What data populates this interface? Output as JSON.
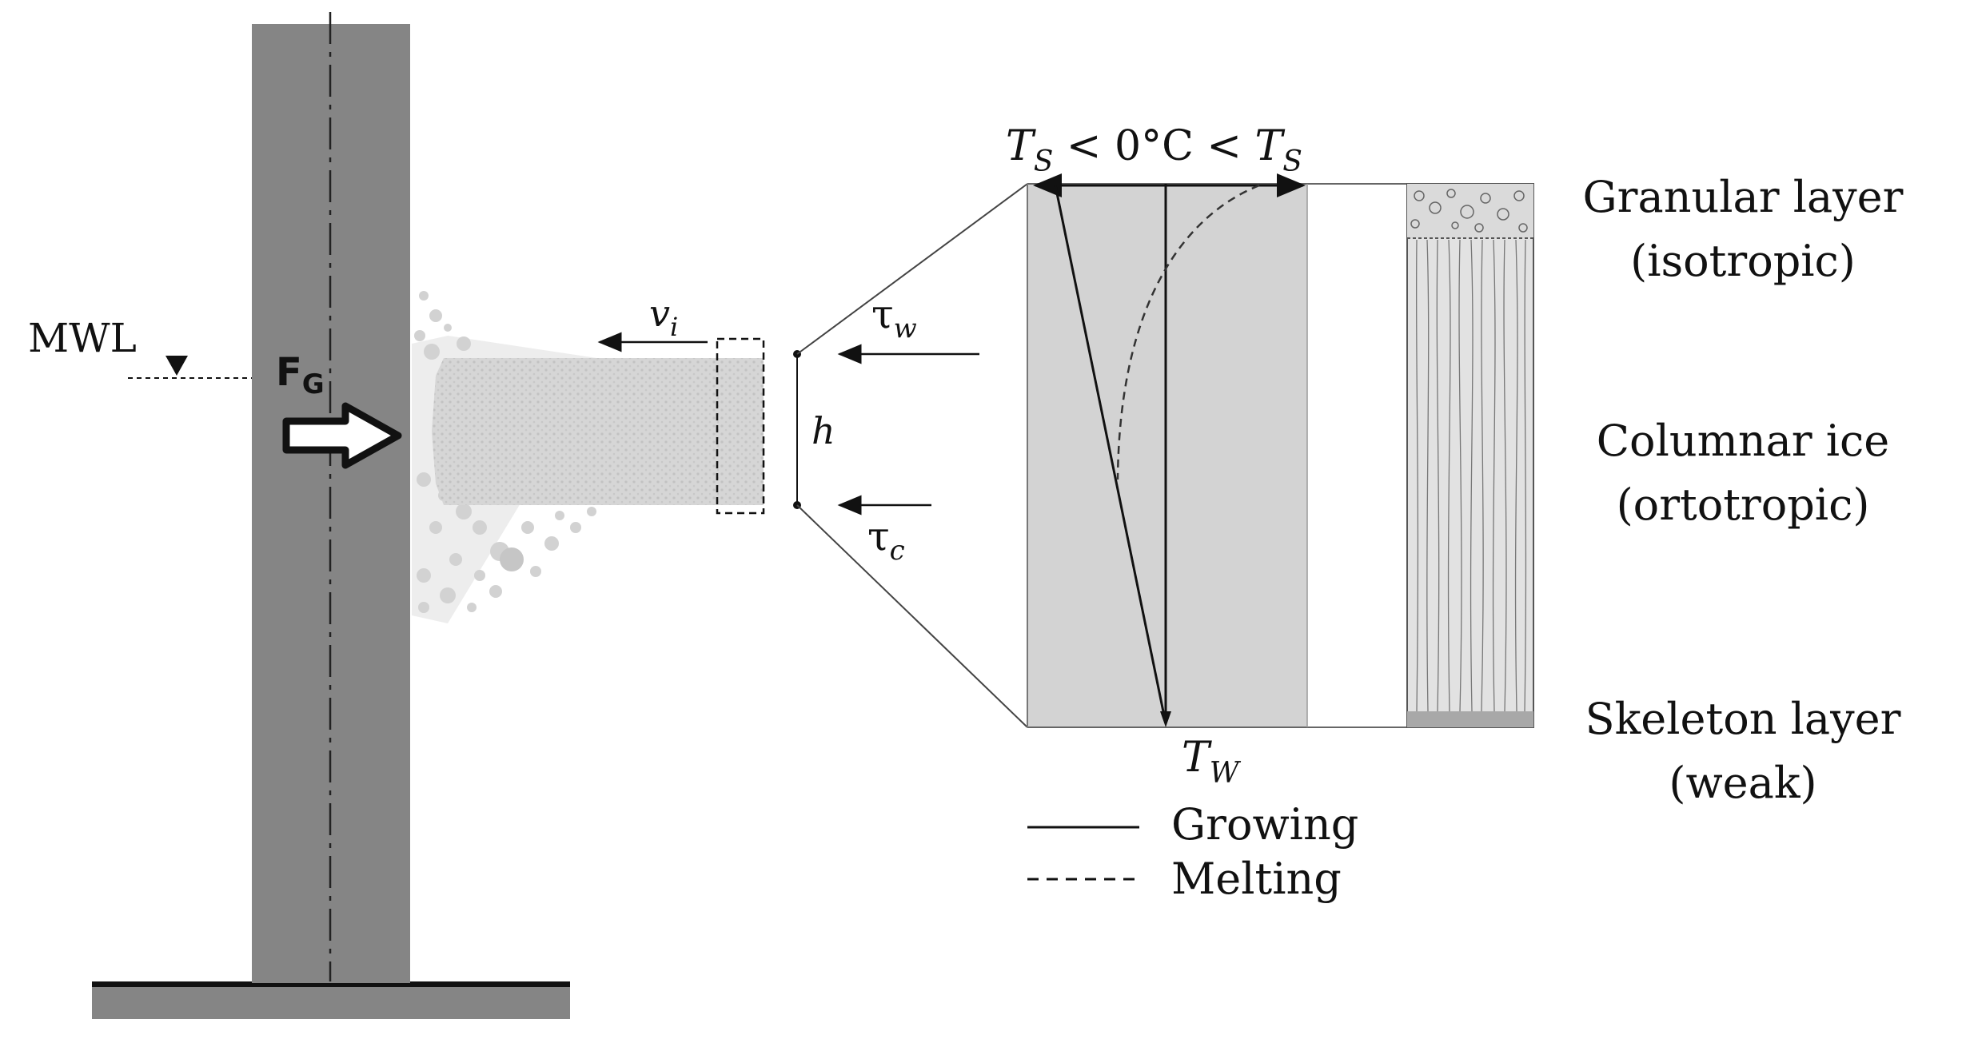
{
  "labels": {
    "mwl": "MWL",
    "force": "F",
    "force_sub": "G",
    "velocity": "v",
    "velocity_sub": "i",
    "thickness": "h",
    "tau": "τ",
    "tau_w_sub": "w",
    "tau_c_sub": "c",
    "temp_top_left": "T",
    "temp_top_left_sub": "S",
    "temp_top_mid": " < 0°C < ",
    "temp_top_right": "T",
    "temp_top_right_sub": "S",
    "temp_bottom": "T",
    "temp_bottom_sub": "W"
  },
  "layers": {
    "granular": {
      "line1": "Granular layer",
      "line2": "(isotropic)"
    },
    "columnar": {
      "line1": "Columnar ice",
      "line2": "(ortotropic)"
    },
    "skeleton": {
      "line1": "Skeleton layer",
      "line2": "(weak)"
    }
  },
  "legend": {
    "growing": "Growing",
    "melting": "Melting"
  }
}
